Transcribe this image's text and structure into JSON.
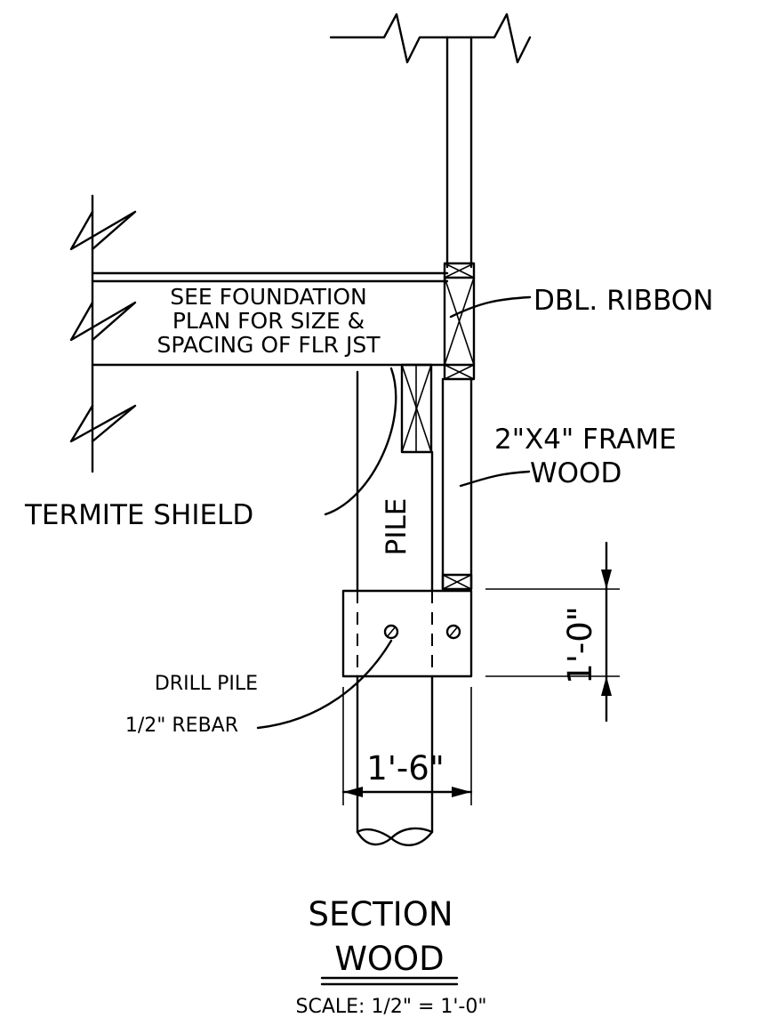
{
  "notes": {
    "foundation_line1": "SEE FOUNDATION",
    "foundation_line2": "PLAN FOR SIZE &",
    "foundation_line3": "SPACING OF FLR JST",
    "ribbon": "DBL. RIBBON",
    "frame_line1": "2\"X4\" FRAME",
    "frame_line2": "WOOD",
    "termite": "TERMITE SHIELD",
    "pile": "PILE",
    "drill_line1": "DRILL PILE",
    "drill_line2": "1/2\" REBAR"
  },
  "dimensions": {
    "height": "1'-0\"",
    "width": "1'-6\""
  },
  "title": {
    "line1": "SECTION",
    "line2": "WOOD",
    "scale": "SCALE: 1/2\" = 1'-0\""
  }
}
